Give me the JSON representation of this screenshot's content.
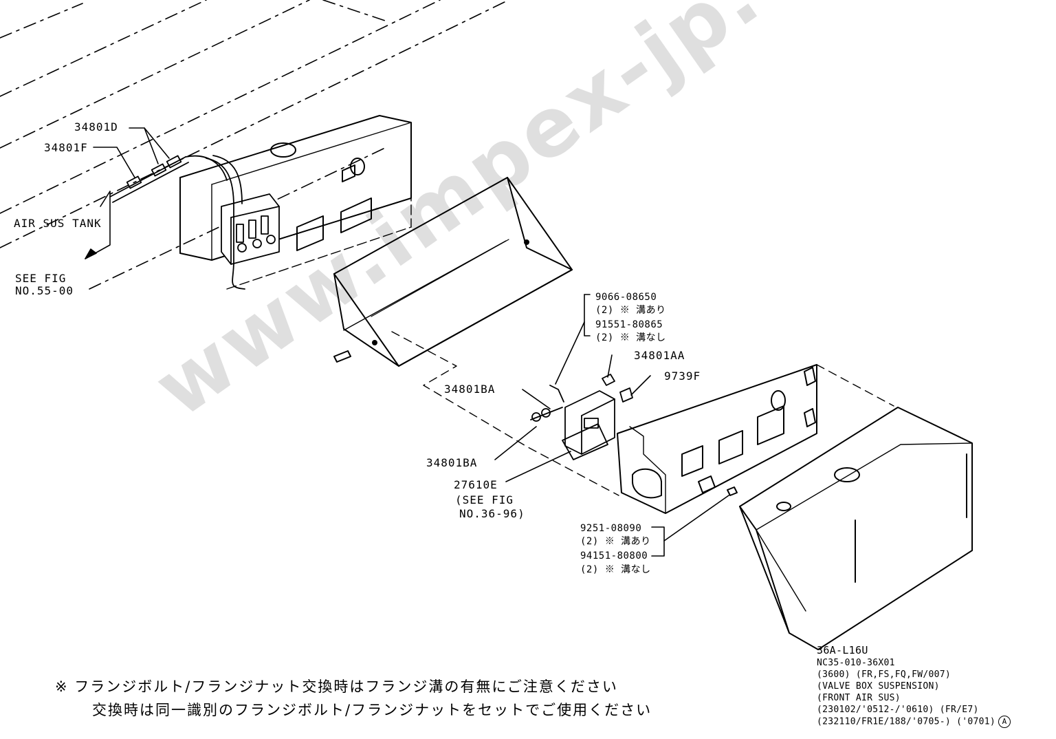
{
  "callouts": {
    "p34801D": "34801D",
    "p34801F": "34801F",
    "air_sus_tank": "AIR SUS TANK",
    "see_fig_1": "SEE FIG",
    "see_fig_1_no": "NO.55-00",
    "bolt_a_pn": "9066-08650",
    "bolt_a_qty": "(2) ※ 溝あり",
    "bolt_b_pn": "91551-80865",
    "bolt_b_qty": "(2) ※ 溝なし",
    "p34801AA": "34801AA",
    "p9739F": "9739F",
    "p34801BA_top": "34801BA",
    "p34801BA_bottom": "34801BA",
    "p27610E": "27610E",
    "see_fig_2": "(SEE FIG",
    "see_fig_2_no": "NO.36-96)",
    "nut_a_pn": "9251-08090",
    "nut_a_qty": "(2) ※ 溝あり",
    "nut_b_pn": "94151-80800",
    "nut_b_qty": "(2) ※ 溝なし"
  },
  "notes": {
    "line1": "※  フランジボルト/フランジナット交換時はフランジ溝の有無にご注意ください",
    "line2": "交換時は同一識別のフランジボルト/フランジナットをセットでご使用ください"
  },
  "title_block": {
    "line1": "36A-L16U",
    "line2": "NC35-010-36X01",
    "line3": "(3600) (FR,FS,FQ,FW/007)",
    "line4": "(VALVE BOX SUSPENSION)",
    "line5": "(FRONT AIR SUS)",
    "line6": "(230102/'0512-/'0610) (FR/E7)",
    "line7": "(232110/FR1E/188/'0705-) ('0701)",
    "revision_mark": "A"
  },
  "watermark": "www.impex-jp.com"
}
